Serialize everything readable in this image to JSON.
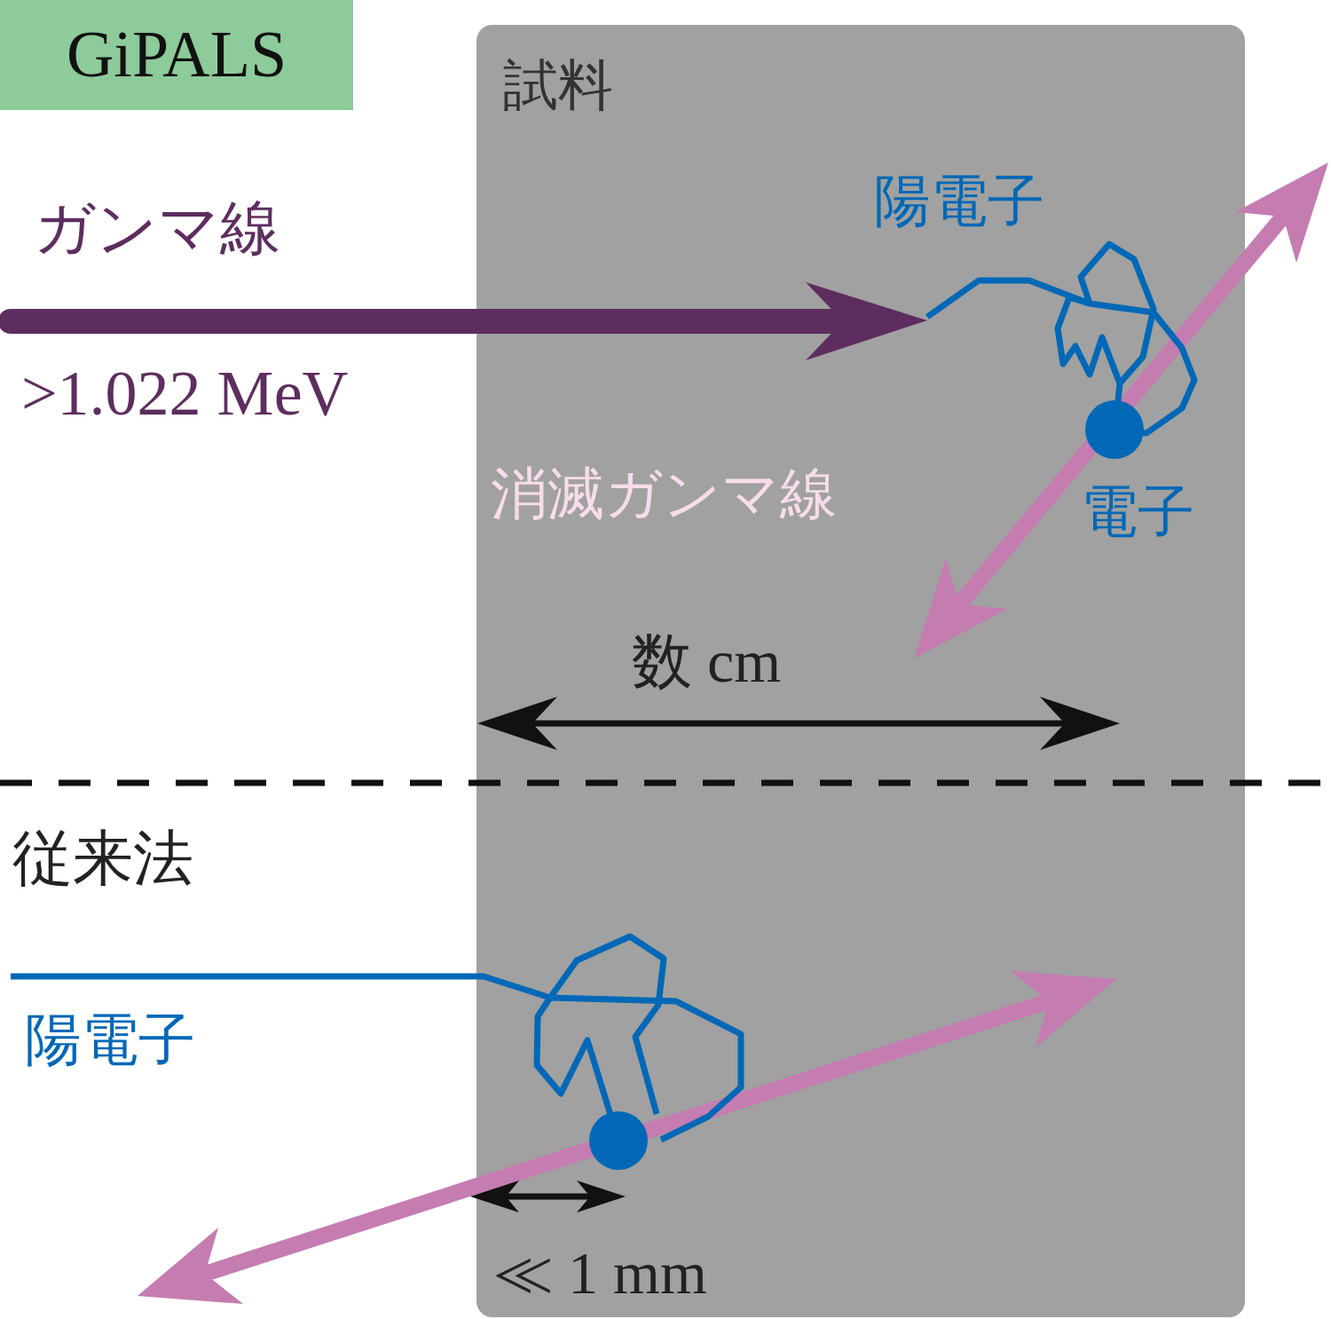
{
  "diagram": {
    "nodes": [
      {
        "text": [
          "GiPALS"
        ]
      },
      {
        "text": [
          "試料"
        ]
      }
    ],
    "labels": [
      "ガンマ線",
      ">1.022 MeV",
      "陽電子",
      "消滅ガンマ線",
      "電子",
      "数 cm",
      "従来法",
      "陽電子",
      "≪ 1 mm"
    ]
  }
}
